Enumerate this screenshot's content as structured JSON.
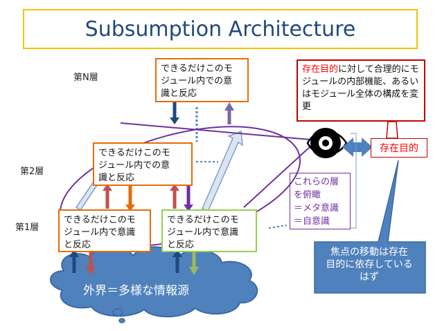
{
  "title": "Subsumption Architecture",
  "layers": {
    "layer_n": "第N層",
    "layer_2": "第2層",
    "layer_1": "第1層"
  },
  "modules": {
    "top": "できるだけこのモ\nジュール内での意\n識と反応",
    "middle": "できるだけこのモ\nジュール内での意\n識と反応",
    "bottom_left": "できるだけこのモ\nジュール内で意識\nと反応",
    "bottom_right": "できるだけこのモ\nジュール内で意識\nと反応"
  },
  "note": {
    "highlight": "存在目的",
    "rest": "に対して合理的にモジュールの内部機能、あるいはモジュール全体の構成を変更"
  },
  "meta_box": "これらの層\nを俯瞰\n＝メタ意識\n＝自意識",
  "purpose_label": "存在目的",
  "callout": "焦点の移動は存在\n目的に依存している\nはず",
  "cloud_label": "外界＝多様な情報源",
  "colors": {
    "title_border": "#f2c200",
    "title_text": "#1f497d",
    "orange_border": "#e46c0a",
    "green_border": "#92d050",
    "red": "#c00000",
    "purple": "#7030a0",
    "blue_fill": "#4f81bd"
  }
}
